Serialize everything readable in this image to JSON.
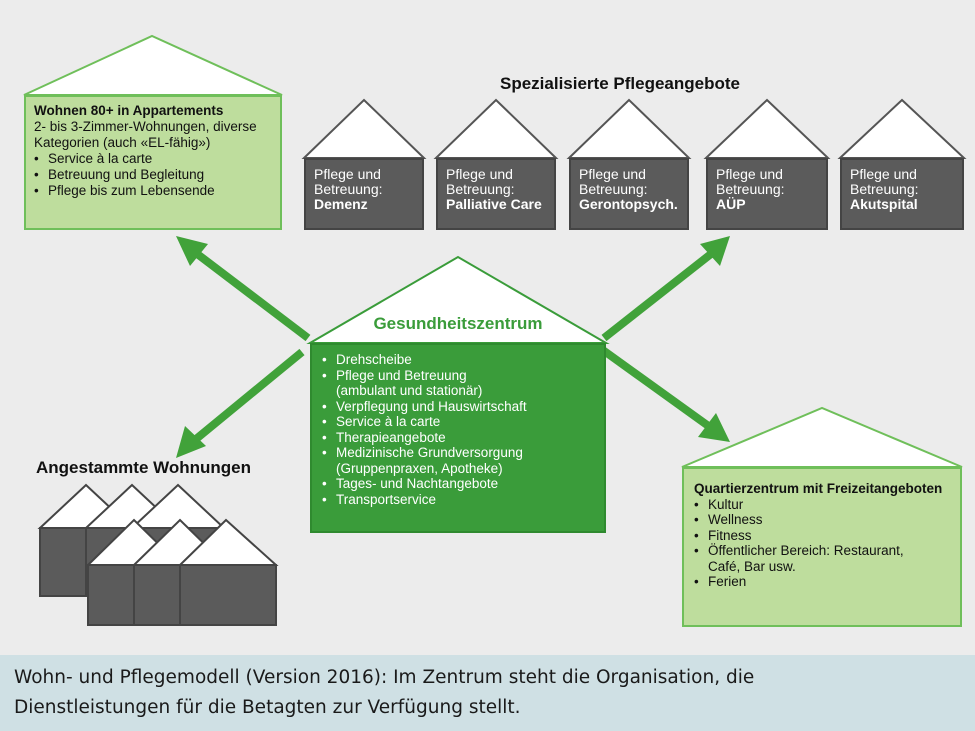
{
  "colors": {
    "background": "#ececec",
    "light_green": "#bedd9d",
    "dark_green": "#3a9c3a",
    "arrow_green": "#41a23a",
    "dark_grey": "#5b5b5b",
    "caption_bg": "#cfe0e4"
  },
  "wohnen": {
    "title": "Wohnen 80+ in Appartements",
    "line1": "2- bis 3-Zimmer-Wohnungen, diverse",
    "line2": "Kategorien (auch «EL-fähig»)",
    "items": [
      "Service à la carte",
      "Betreuung und Begleitung",
      "Pflege bis zum Lebensende"
    ]
  },
  "spezial": {
    "title": "Spezialisierte Pflegeangebote",
    "houses": [
      {
        "line1": "Pflege und",
        "line2": "Betreuung:",
        "name": "Demenz"
      },
      {
        "line1": "Pflege und",
        "line2": "Betreuung:",
        "name": "Palliative Care"
      },
      {
        "line1": "Pflege und",
        "line2": "Betreuung:",
        "name": "Gerontopsych."
      },
      {
        "line1": "Pflege und",
        "line2": "Betreuung:",
        "name": "AÜP"
      },
      {
        "line1": "Pflege und",
        "line2": "Betreuung:",
        "name": "Akutspital"
      }
    ]
  },
  "center": {
    "title": "Gesundheitszentrum",
    "items": [
      {
        "text": "Drehscheibe"
      },
      {
        "text": "Pflege und Betreuung",
        "sub": "(ambulant und stationär)"
      },
      {
        "text": "Verpflegung und Hauswirtschaft"
      },
      {
        "text": "Service à la carte"
      },
      {
        "text": "Therapieangebote"
      },
      {
        "text": "Medizinische Grundversorgung",
        "sub": "(Gruppenpraxen, Apotheke)"
      },
      {
        "text": "Tages- und Nachtangebote"
      },
      {
        "text": "Transportservice"
      }
    ]
  },
  "angestammte": {
    "title": "Angestammte Wohnungen"
  },
  "quartier": {
    "title": "Quartierzentrum mit Freizeitangeboten",
    "items": [
      {
        "text": "Kultur"
      },
      {
        "text": "Wellness"
      },
      {
        "text": "Fitness"
      },
      {
        "text": "Öffentlicher Bereich: Restaurant,",
        "sub": "Café, Bar usw."
      },
      {
        "text": "Ferien"
      }
    ]
  },
  "caption": "Wohn- und Pflegemodell (Version 2016): Im Zentrum steht die Organisation, die Dienstleistungen für die Betagten zur Verfügung stellt."
}
